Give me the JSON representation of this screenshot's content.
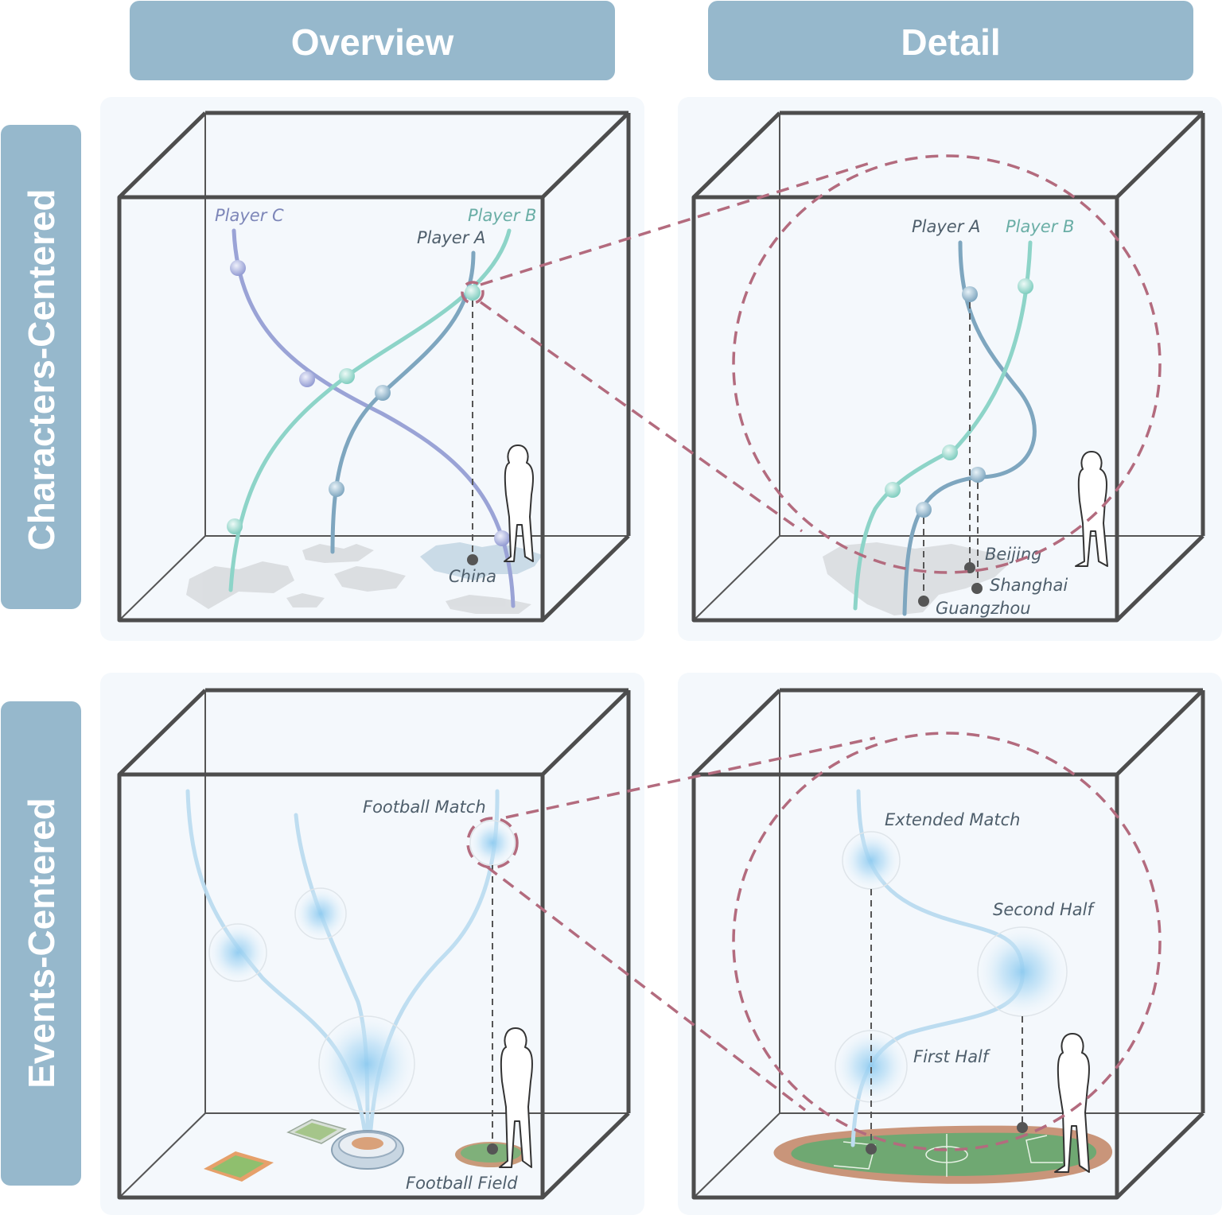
{
  "columns": {
    "overview": "Overview",
    "detail": "Detail"
  },
  "rows": {
    "characters": "Characters-Centered",
    "events": "Events-Centered"
  },
  "characters_overview": {
    "player_c": "Player C",
    "player_b": "Player B",
    "player_a": "Player A",
    "location": "China"
  },
  "characters_detail": {
    "player_a": "Player A",
    "player_b": "Player B",
    "city_1": "Beijing",
    "city_2": "Shanghai",
    "city_3": "Guangzhou"
  },
  "events_overview": {
    "event": "Football Match",
    "location": "Football Field"
  },
  "events_detail": {
    "event_1": "Extended Match",
    "event_2": "Second Half",
    "event_3": "First Half"
  },
  "colors": {
    "header_bg": "#96b8cc",
    "panel_bg": "#f4f8fc",
    "box_edge": "#4d4d4d",
    "player_a": "#7ea6bf",
    "player_b": "#8dd4c8",
    "player_c": "#9aa3d6",
    "event_line": "#bcdcf0",
    "zoom_dash": "#b36b7e",
    "label_dark": "#4e5e6b",
    "label_teal": "#6aaea6",
    "label_violet": "#7d86b8"
  }
}
